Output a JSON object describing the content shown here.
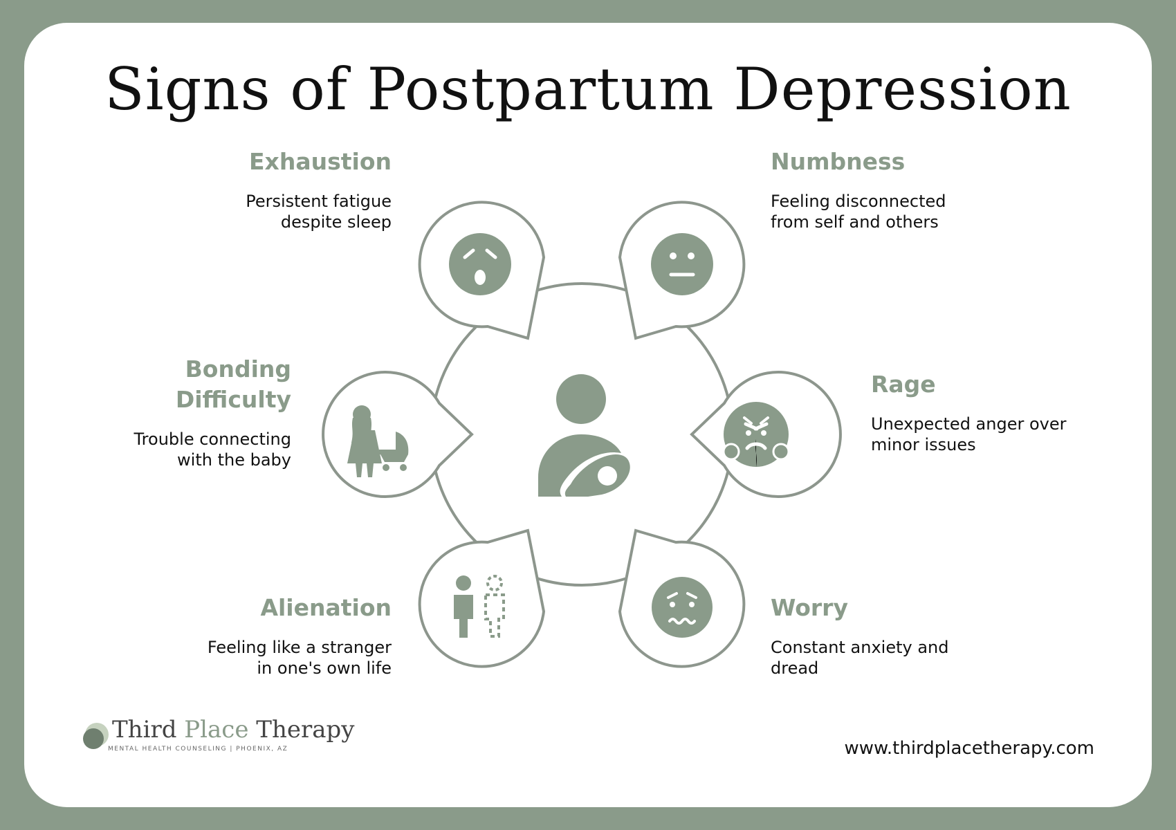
{
  "title": "Signs of Postpartum Depression",
  "colors": {
    "accent": "#8a9b8a",
    "icon_fill": "#8a9b8a",
    "outline": "#8d968d",
    "text": "#111111",
    "background": "#ffffff"
  },
  "center_icon": "mother-holding-baby-icon",
  "signs": [
    {
      "id": "exhaustion",
      "title": "Exhaustion",
      "description": "Persistent fatigue\ndespite sleep",
      "icon": "tired-face-icon"
    },
    {
      "id": "numbness",
      "title": "Numbness",
      "description": "Feeling disconnected\nfrom self and others",
      "icon": "neutral-face-icon"
    },
    {
      "id": "bonding",
      "title": "Bonding\nDifficulty",
      "description": "Trouble connecting\nwith the baby",
      "icon": "mother-with-stroller-icon"
    },
    {
      "id": "rage",
      "title": "Rage",
      "description": "Unexpected anger over\nminor issues",
      "icon": "angry-face-icon"
    },
    {
      "id": "alienation",
      "title": "Alienation",
      "description": "Feeling like a stranger\nin one's own life",
      "icon": "person-and-dotted-outline-icon"
    },
    {
      "id": "worry",
      "title": "Worry",
      "description": "Constant anxiety and\ndread",
      "icon": "worried-face-icon"
    }
  ],
  "footer": {
    "logo_name_part1": "Third ",
    "logo_name_part2": "Place",
    "logo_name_part3": " Therapy",
    "logo_tagline": "MENTAL HEALTH COUNSELING | PHOENIX, AZ",
    "url": "www.thirdplacetherapy.com"
  }
}
